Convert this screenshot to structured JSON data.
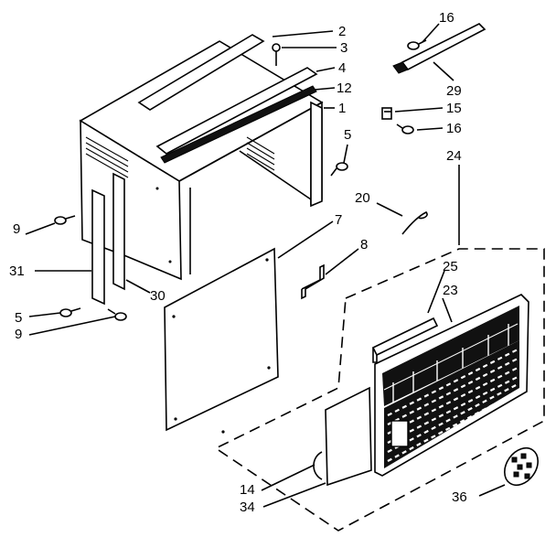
{
  "callouts": [
    {
      "id": "c2",
      "label": "2"
    },
    {
      "id": "c3",
      "label": "3"
    },
    {
      "id": "c4",
      "label": "4"
    },
    {
      "id": "c12",
      "label": "12"
    },
    {
      "id": "c1",
      "label": "1"
    },
    {
      "id": "c5a",
      "label": "5"
    },
    {
      "id": "c16a",
      "label": "16"
    },
    {
      "id": "c29",
      "label": "29"
    },
    {
      "id": "c15",
      "label": "15"
    },
    {
      "id": "c16b",
      "label": "16"
    },
    {
      "id": "c24",
      "label": "24"
    },
    {
      "id": "c20",
      "label": "20"
    },
    {
      "id": "c7",
      "label": "7"
    },
    {
      "id": "c8",
      "label": "8"
    },
    {
      "id": "c9a",
      "label": "9"
    },
    {
      "id": "c31",
      "label": "31"
    },
    {
      "id": "c30",
      "label": "30"
    },
    {
      "id": "c5b",
      "label": "5"
    },
    {
      "id": "c9b",
      "label": "9"
    },
    {
      "id": "c25",
      "label": "25"
    },
    {
      "id": "c23",
      "label": "23"
    },
    {
      "id": "c14",
      "label": "14"
    },
    {
      "id": "c34",
      "label": "34"
    },
    {
      "id": "c36",
      "label": "36"
    }
  ]
}
